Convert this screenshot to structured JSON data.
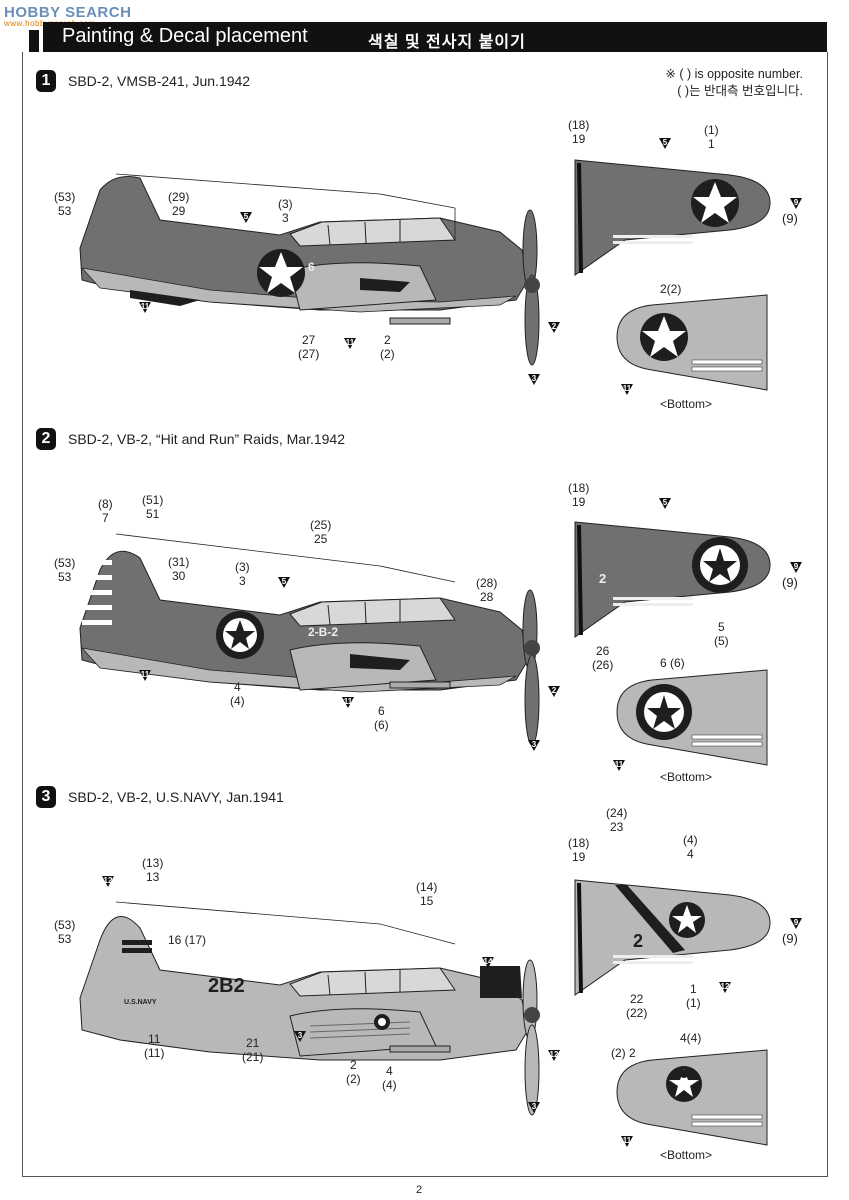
{
  "watermark": {
    "text": "HOBBY SEARCH",
    "sub": "www.hobbysearch.com"
  },
  "header": {
    "title": "Painting & Decal placement",
    "title_ko": "색칠 및 전사지 붙이기"
  },
  "note": {
    "line1": "※ ( ) is opposite number.",
    "line2": "( )는 반대측 번호입니다."
  },
  "sections": [
    {
      "number": "1",
      "title": "SBD-2, VMSB-241, Jun.1942"
    },
    {
      "number": "2",
      "title": "SBD-2, VB-2, “Hit and Run” Raids, Mar.1942"
    },
    {
      "number": "3",
      "title": "SBD-2, VB-2, U.S.NAVY, Jan.1941"
    }
  ],
  "labels": {
    "s1": {
      "tail": [
        "(53)",
        "53"
      ],
      "fin": [
        "(29)",
        "29"
      ],
      "fus": [
        "(3)",
        "3"
      ],
      "under": [
        "27",
        "(27)"
      ],
      "wing": [
        "2",
        "(2)"
      ],
      "top_wing_a": [
        "(18)",
        "19"
      ],
      "top_wing_b": [
        "(1)",
        "1"
      ],
      "bottom_wing": "2(2)",
      "aircode": "6"
    },
    "s2": {
      "tail_top": [
        "(8)",
        "7"
      ],
      "tail_mid": [
        "(51)",
        "51"
      ],
      "tail": [
        "(53)",
        "53"
      ],
      "fin": [
        "(31)",
        "30"
      ],
      "fus": [
        "(3)",
        "3"
      ],
      "nose": [
        "(25)",
        "25"
      ],
      "prop": [
        "(28)",
        "28"
      ],
      "under": [
        "4",
        "(4)"
      ],
      "wing": [
        "6",
        "(6)"
      ],
      "top_wing_a": [
        "(18)",
        "19"
      ],
      "top_wing_b": [
        "26",
        "(26)"
      ],
      "top_wing_c": [
        "5",
        "(5)"
      ],
      "bottom_wing": "6 (6)",
      "aircode": "2-B-2",
      "wing_code": "2"
    },
    "s3": {
      "fin_top": [
        "(13)",
        "13"
      ],
      "tail": [
        "(53)",
        "53"
      ],
      "fin": "16 (17)",
      "cockpit": [
        "(14)",
        "15"
      ],
      "under_a": [
        "11",
        "(11)"
      ],
      "under_b": [
        "21",
        "(21)"
      ],
      "under_c": [
        "2",
        "(2)"
      ],
      "under_d": [
        "4",
        "(4)"
      ],
      "top_wing_a": [
        "(18)",
        "19"
      ],
      "top_wing_b": [
        "(24)",
        "23"
      ],
      "top_wing_c": [
        "(4)",
        "4"
      ],
      "top_wing_d": [
        "22",
        "(22)"
      ],
      "top_wing_e": [
        "1",
        "(1)"
      ],
      "bottom_a": "(2) 2",
      "bottom_b": "4(4)",
      "aircode": "2B2",
      "navy": "U.S.NAVY",
      "wing_code": "2"
    }
  },
  "paint_codes": [
    "5",
    "11",
    "2",
    "3",
    "9",
    "12",
    "14"
  ],
  "opposite_marker": "(9)",
  "bottom_label": "<Bottom>",
  "page_number": "2",
  "colors": {
    "header": "#111111",
    "aircraft_dark": "#707070",
    "aircraft_light": "#b8b8b8",
    "insignia": "#1e1e1e"
  }
}
